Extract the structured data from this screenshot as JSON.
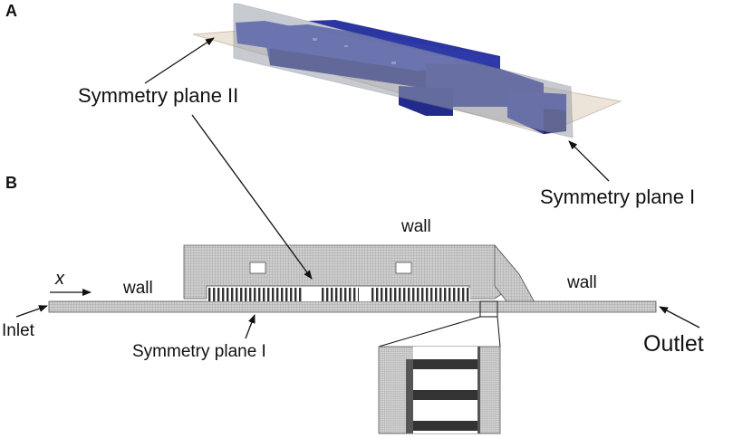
{
  "panels": {
    "a": "A",
    "b": "B"
  },
  "labels": {
    "symmetry_plane_ii": "Symmetry plane II",
    "symmetry_plane_i_top": "Symmetry plane I",
    "symmetry_plane_i_bottom": "Symmetry plane I",
    "wall_top": "wall",
    "wall_left": "wall",
    "wall_right": "wall",
    "x_axis": "x",
    "inlet": "Inlet",
    "outlet": "Outlet"
  },
  "colors": {
    "block_blue": "#2c36a0",
    "block_blue_dark": "#1a2170",
    "plane_tan": "#e8dccb",
    "plane_grey": "#9aa0ad",
    "mesh_grey": "#c8c8c8",
    "mesh_line": "#8c8c8c"
  }
}
